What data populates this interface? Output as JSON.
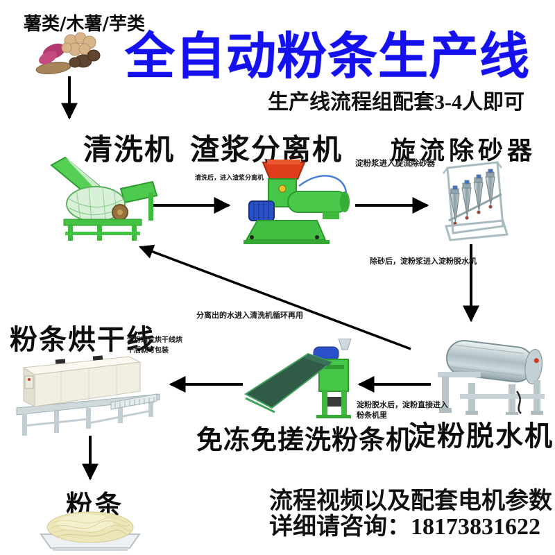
{
  "poster": {
    "material_label": "薯类/木薯/芋类",
    "title": "全自动粉条生产线",
    "subtitle": "生产线流程组配套3-4人即可"
  },
  "machines": {
    "washer": {
      "label": "清洗机"
    },
    "separator": {
      "label": "渣浆分离机"
    },
    "cyclone": {
      "label": "旋流除砂器"
    },
    "dewater": {
      "label": "淀粉脱水机"
    },
    "noodle_machine": {
      "label": "免冻免搓洗粉条机"
    },
    "dryer": {
      "label": "粉条烘干线"
    }
  },
  "annotations": {
    "wash_to_separator": "清洗后，进入渣浆分离机",
    "slurry_to_cyclone": "淀粉浆进入旋流除砂器",
    "desand_to_dewater": "除砂后，淀粉浆进入淀粉脱水机",
    "water_recycle": "分离出的水进入清洗机循环再用",
    "dewater_to_noodle_line1": "淀粉脱水后，淀粉直接进入",
    "dewater_to_noodle_line2": "粉条机里",
    "dryer_note_line1": "湿粉通过烘干线烘",
    "dryer_note_line2": "干后就可包装"
  },
  "product": {
    "label": "粉条"
  },
  "footer": {
    "line1": "流程视频以及配套电机参数",
    "consult_label": "详细请咨询：",
    "phone": "18173831622"
  },
  "flow_order": [
    "薯类/木薯/芋类",
    "清洗机",
    "渣浆分离机",
    "旋流除砂器",
    "淀粉脱水机",
    "免冻免搓洗粉条机",
    "粉条烘干线",
    "粉条"
  ],
  "colors": {
    "title_blue": "#1411ee",
    "machine_green": "#46c646",
    "hopper_red": "#e03d1d",
    "motor_blue": "#2a50c8"
  }
}
